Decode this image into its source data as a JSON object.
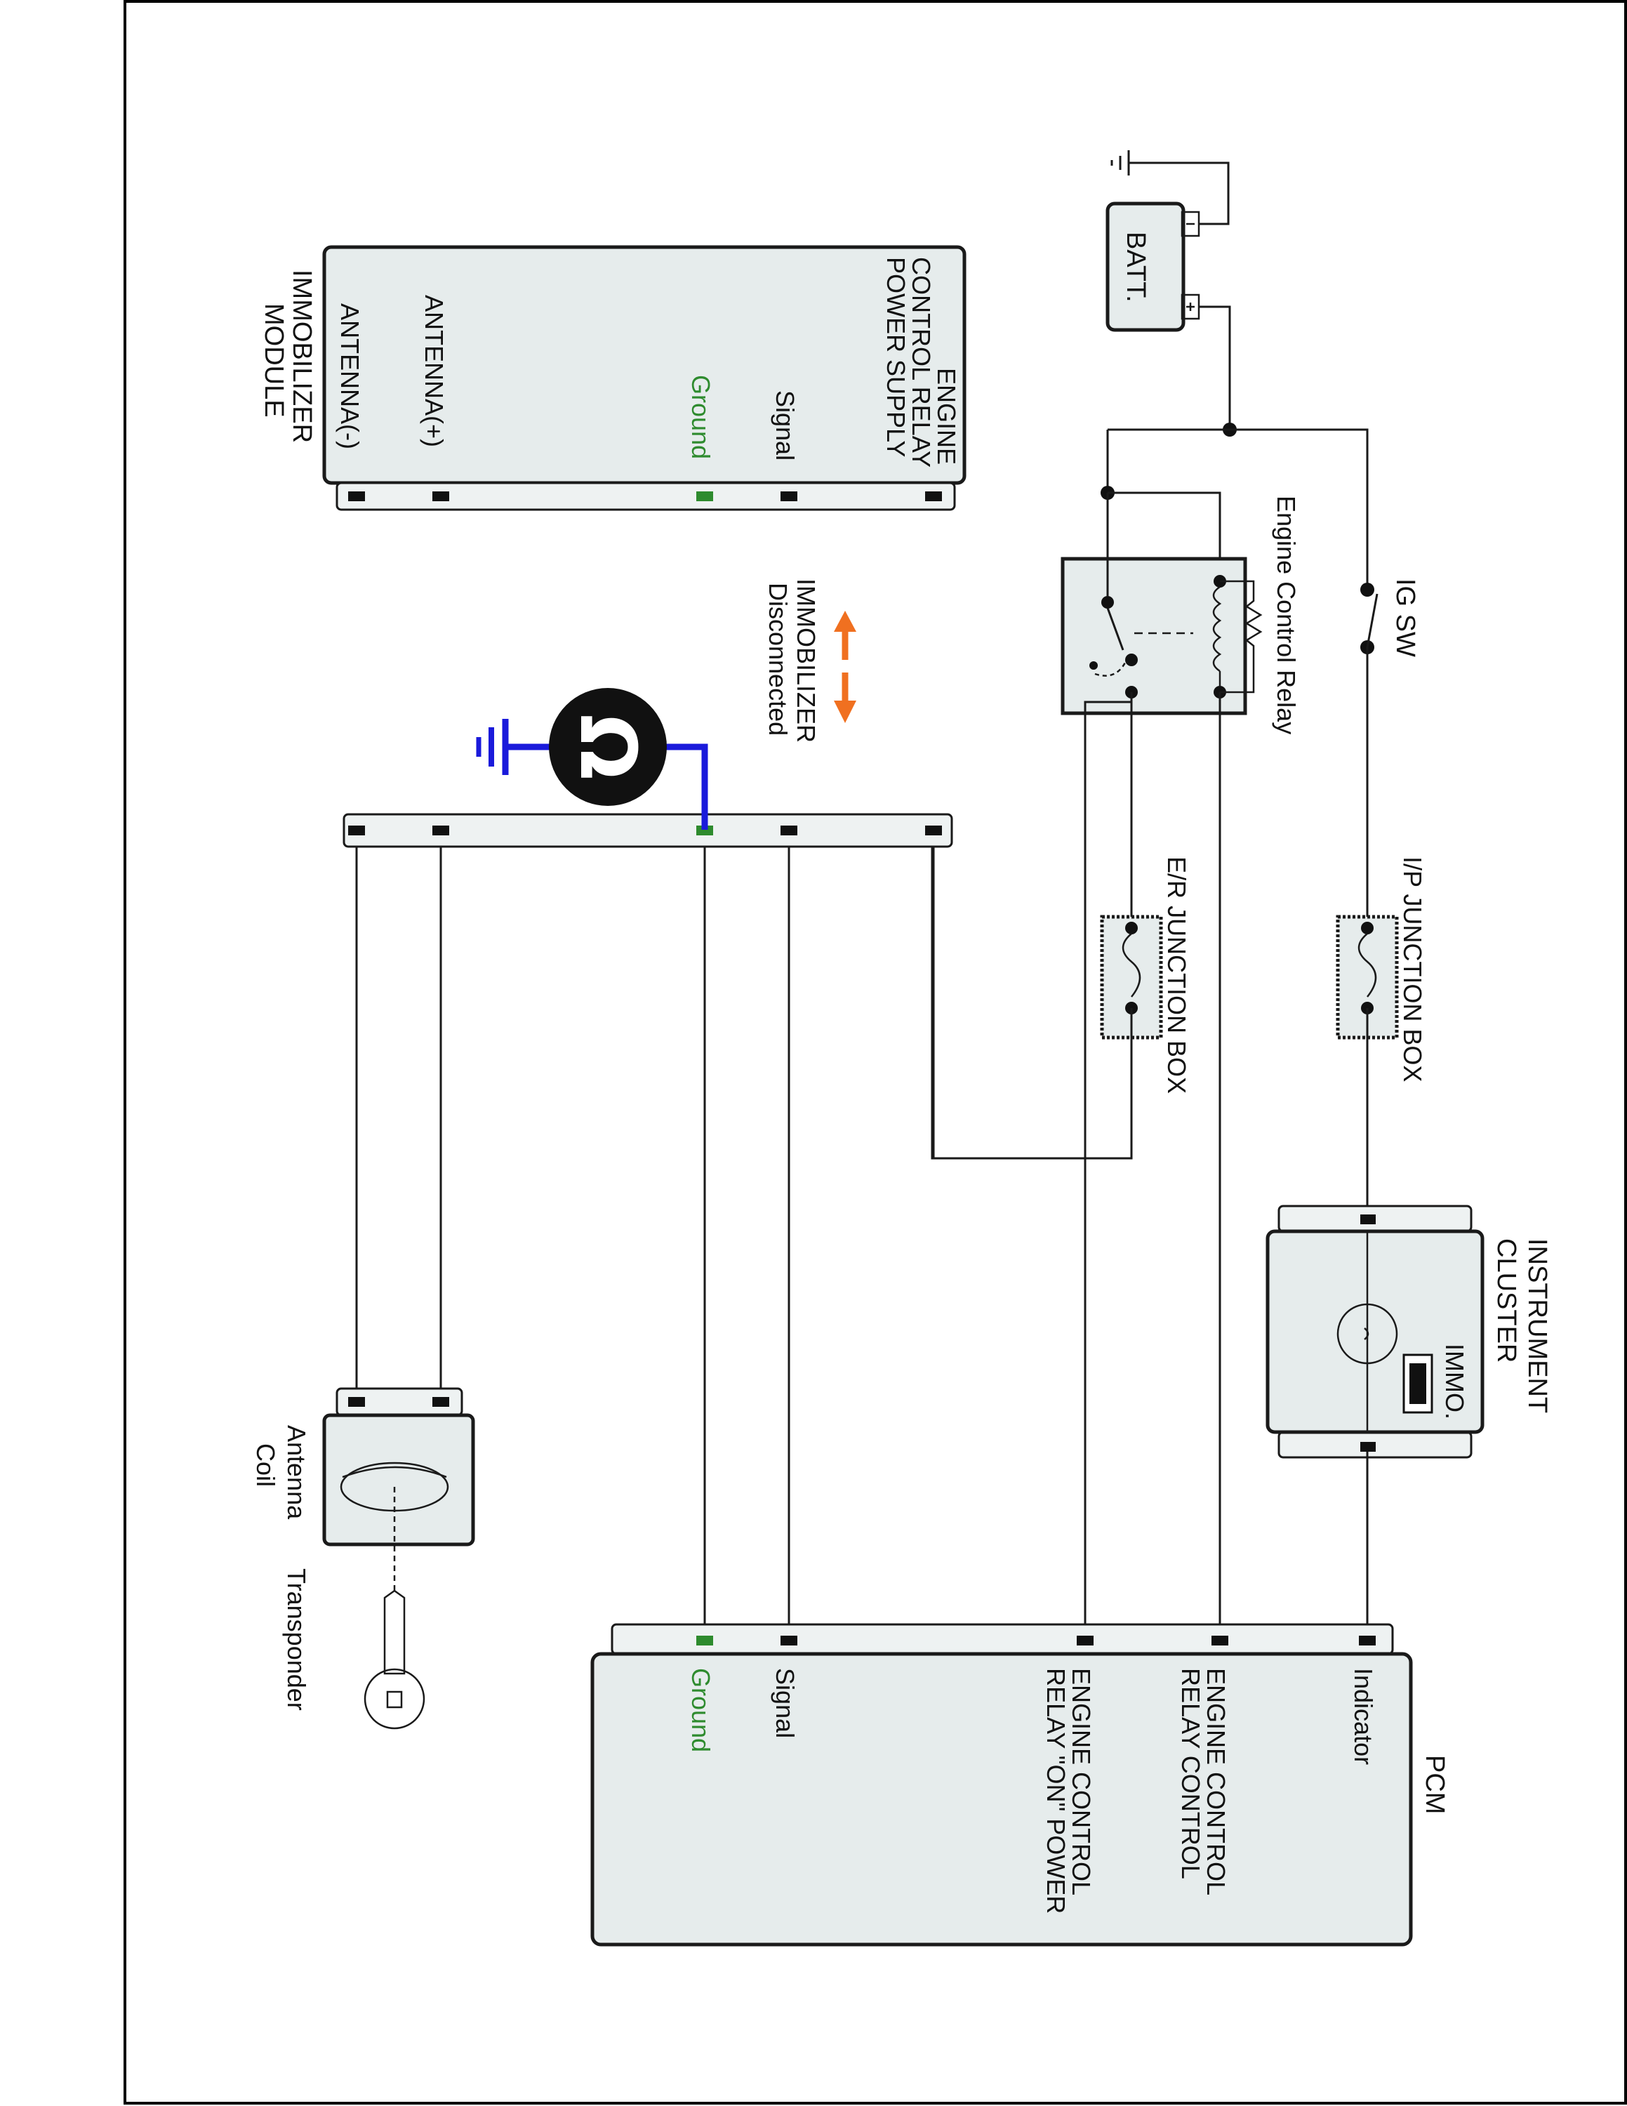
{
  "battery": {
    "label": "BATT."
  },
  "ig_switch": {
    "label": "IG SW"
  },
  "relay": {
    "label": "Engine Control Relay"
  },
  "ip_junction": {
    "label": "I/P JUNCTION BOX"
  },
  "er_junction": {
    "label": "E/R JUNCTION BOX"
  },
  "cluster": {
    "title_line1": "INSTRUMENT",
    "title_line2": "CLUSTER",
    "immo_label": "IMMO."
  },
  "immobilizer_module": {
    "title_line1": "IMMOBILIZER",
    "title_line2": "MODULE",
    "pins": {
      "power_line1": "ENGINE",
      "power_line2": "CONTROL RELAY",
      "power_line3": "POWER SUPPLY",
      "signal": "Signal",
      "ground": "Ground",
      "antenna_pos": "ANTENNA(+)",
      "antenna_neg": "ANTENNA(-)"
    }
  },
  "disconnect_note": {
    "line1": "IMMOBILIZER",
    "line2": "Disconnected"
  },
  "ohmmeter": {
    "symbol": "Ω",
    "icon": "ohmmeter-icon"
  },
  "antenna_coil": {
    "line1": "Antenna",
    "line2": "Coil"
  },
  "transponder": {
    "label": "Transponder"
  },
  "pcm": {
    "title": "PCM",
    "pins": {
      "indicator": "Indicator",
      "relay_control_line1": "ENGINE CONTROL",
      "relay_control_line2": "RELAY CONTROL",
      "relay_power_line1": "ENGINE CONTROL",
      "relay_power_line2": "RELAY \"ON\" POWER",
      "signal": "Signal",
      "ground": "Ground"
    }
  },
  "colors": {
    "ground": "#2e8b2e",
    "meter_lead": "#1a1adb",
    "arrow": "#f07020",
    "box_fill": "#e6ecec"
  }
}
